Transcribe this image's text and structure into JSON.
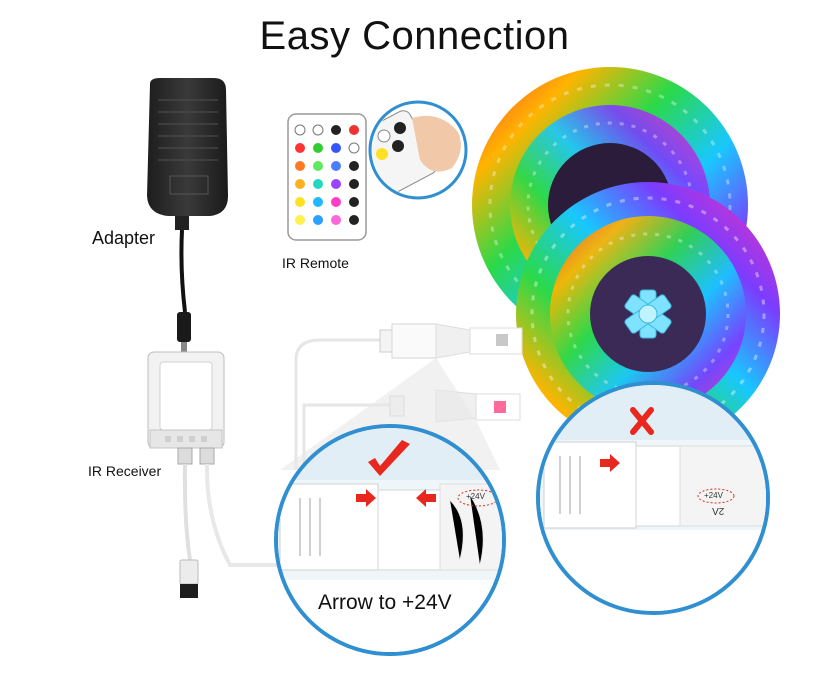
{
  "title": "Easy Connection",
  "labels": {
    "adapter": "Adapter",
    "ir_remote": "IR Remote",
    "ir_receiver": "IR Receiver",
    "arrow_note": "Arrow to +24V"
  },
  "strip_marking": "+24V",
  "strip_marking_flipped": "2Λ",
  "colors": {
    "arrow": "#e8281e",
    "check": "#e8281e",
    "cross": "#e8281e",
    "callout_ring": "#2f8fd0",
    "callout_fill": "#dcebf3"
  },
  "icons": {
    "correct": "check-mark-icon",
    "incorrect": "x-mark-icon"
  }
}
